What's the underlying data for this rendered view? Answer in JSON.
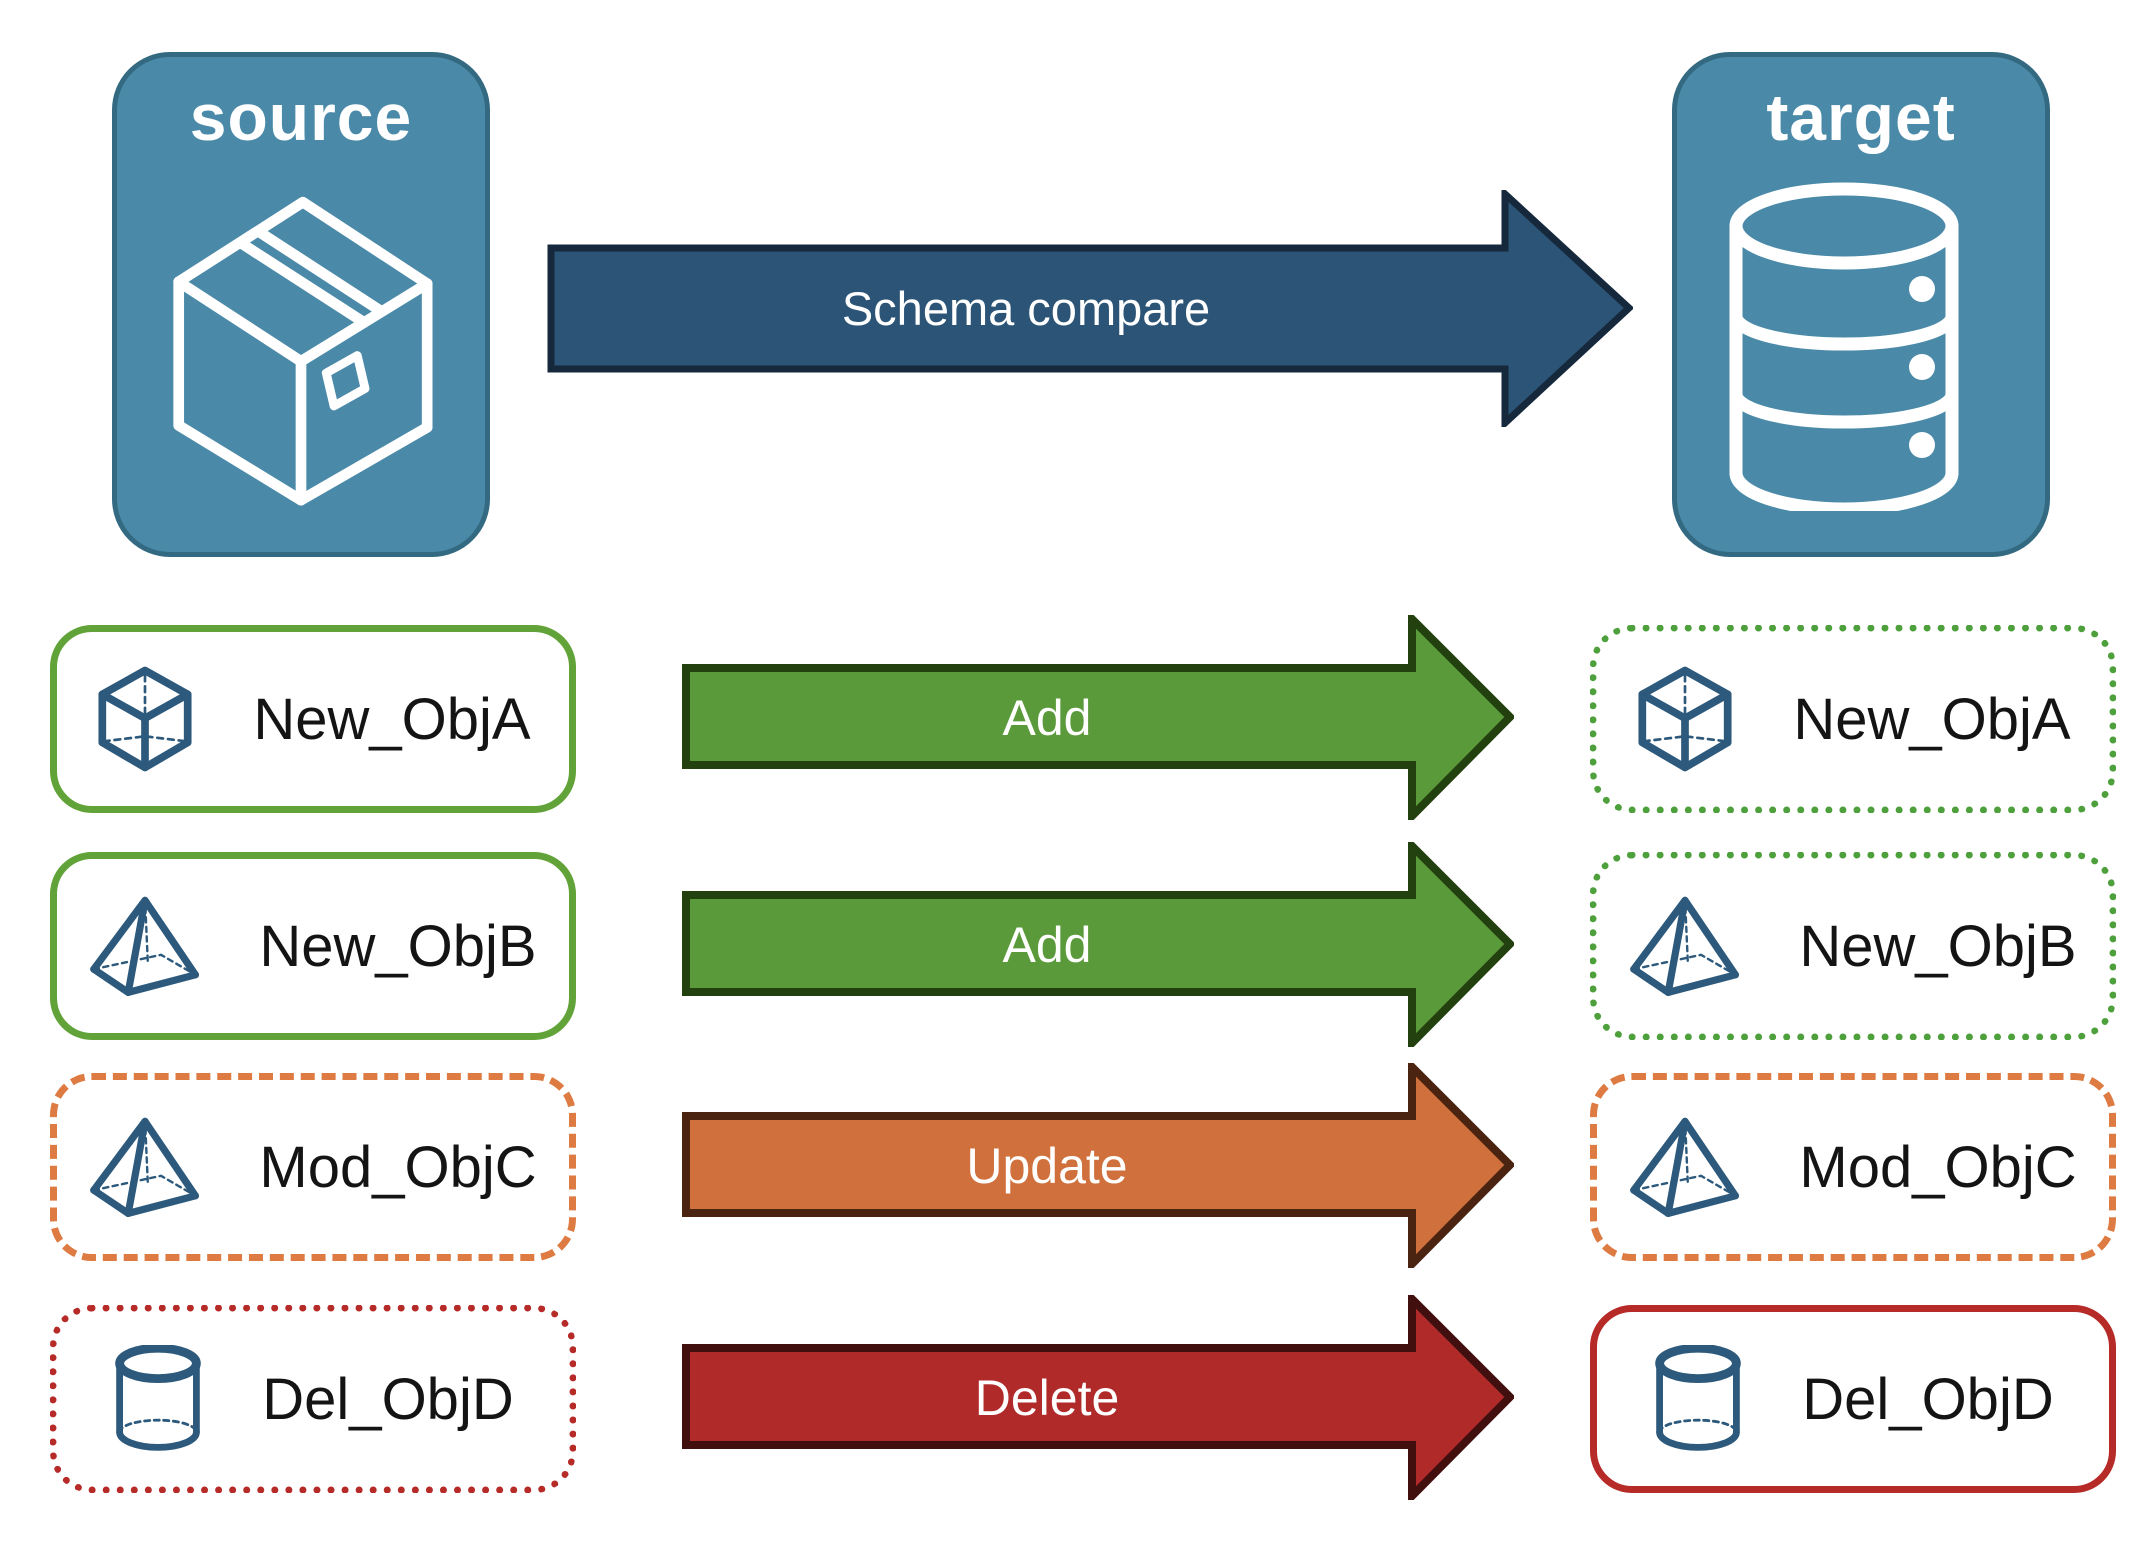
{
  "page": {
    "background": "#ffffff"
  },
  "icon_color": "#2d5a7c",
  "source_panel": {
    "label": "source",
    "icon": "package-box-icon",
    "fill": "#4a8aa8",
    "border": "#336a82",
    "icon_color": "#ffffff"
  },
  "target_panel": {
    "label": "target",
    "icon": "database-icon",
    "fill": "#4a8aa8",
    "border": "#336a82",
    "icon_color": "#ffffff"
  },
  "compare_arrow": {
    "label": "Schema compare",
    "fill": "#2c5476",
    "outline": "#16293c",
    "text_color": "#ffffff"
  },
  "rows": [
    {
      "source_label": "New_ObjA",
      "target_label": "New_ObjA",
      "icon": "cube-icon",
      "action": "Add",
      "arrow_fill": "#5b9a3a",
      "arrow_outline": "#23400f",
      "source_border_style": "solid",
      "source_border_color": "#61a338",
      "target_border_style": "dotted",
      "target_border_color": "#4da03b"
    },
    {
      "source_label": "New_ObjB",
      "target_label": "New_ObjB",
      "icon": "pyramid-icon",
      "action": "Add",
      "arrow_fill": "#5b9a3a",
      "arrow_outline": "#23400f",
      "source_border_style": "solid",
      "source_border_color": "#61a338",
      "target_border_style": "dotted",
      "target_border_color": "#4da03b"
    },
    {
      "source_label": "Mod_ObjC",
      "target_label": "Mod_ObjC",
      "icon": "pyramid-icon",
      "action": "Update",
      "arrow_fill": "#d0713d",
      "arrow_outline": "#4a2410",
      "source_border_style": "dashed",
      "source_border_color": "#dd7b42",
      "target_border_style": "dashed",
      "target_border_color": "#dd7b42"
    },
    {
      "source_label": "Del_ObjD",
      "target_label": "Del_ObjD",
      "icon": "cylinder-icon",
      "action": "Delete",
      "arrow_fill": "#b12a2a",
      "arrow_outline": "#420f0f",
      "source_border_style": "dotted",
      "source_border_color": "#b62a28",
      "target_border_style": "solid",
      "target_border_color": "#b62a28"
    }
  ]
}
